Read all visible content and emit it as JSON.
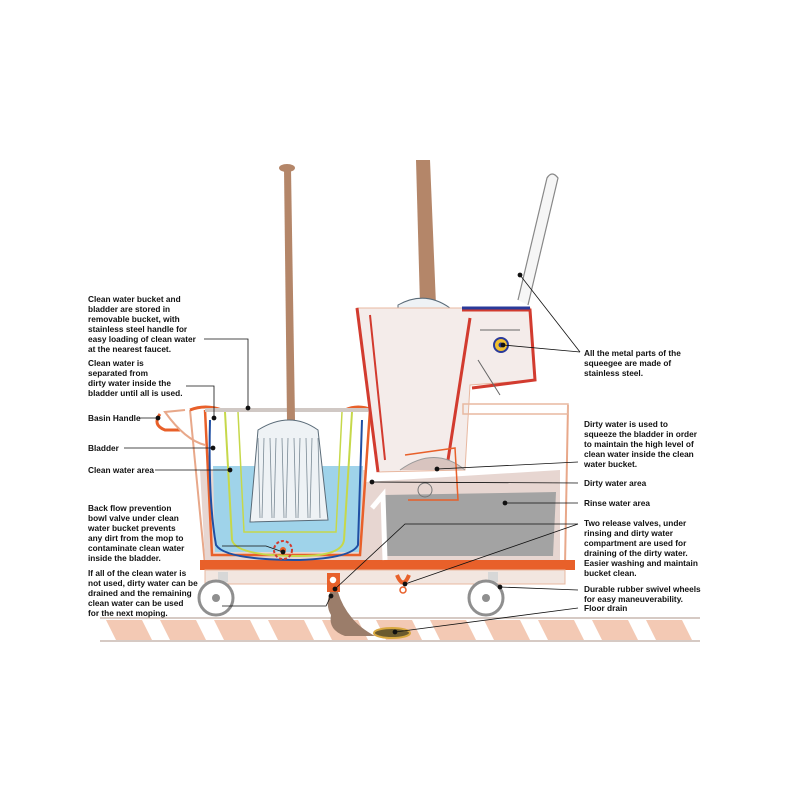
{
  "colors": {
    "clean_water": "#9fd3ea",
    "dirty_water": "#d8c4bf",
    "rinse_water": "#a3a3a3",
    "bucket_outline": "#e8602a",
    "mop_handle": "#b48669",
    "bladder": "#1f4fa3",
    "basket": "#c6d84a",
    "squeegee_frame": "#d23b2f",
    "floor_tile": "#f3c9b4"
  },
  "labels": {
    "clean_bucket": "Clean water bucket and\nbladder are stored in\nremovable bucket, with\nstainless steel handle for\neasy loading of clean water\nat the nearest faucet.",
    "separation": "Clean water is\nseparated from\ndirty water inside the\nbladder until all is used.",
    "basin_handle": "Basin Handle",
    "bladder": "Bladder",
    "clean_area": "Clean water area",
    "backflow": "Back flow prevention\nbowl valve under clean\nwater bucket prevents\nany dirt from the mop to\ncontaminate clean water\ninside the bladder.",
    "drain_reuse": "If all of the clean water is\nnot used, dirty water can be\ndrained and the remaining\nclean water can be used\nfor the next moping.",
    "metal_parts": "All the metal parts of the\nsqueegee are made of\nstainless steel.",
    "dirty_use": "Dirty water is used to\nsqueeze the bladder in order\nto maintain the high level of\nclean water inside the clean\nwater bucket.",
    "dirty_area": "Dirty water area",
    "rinse_area": "Rinse water area",
    "release_valves": "Two release valves, under\nrinsing and dirty water\ncompartment are used for\ndraining of the dirty water.\nEasier washing and maintain\nbucket clean.",
    "wheels": "Durable rubber swivel wheels\nfor easy maneuverability.",
    "floor_drain": "Floor drain"
  }
}
